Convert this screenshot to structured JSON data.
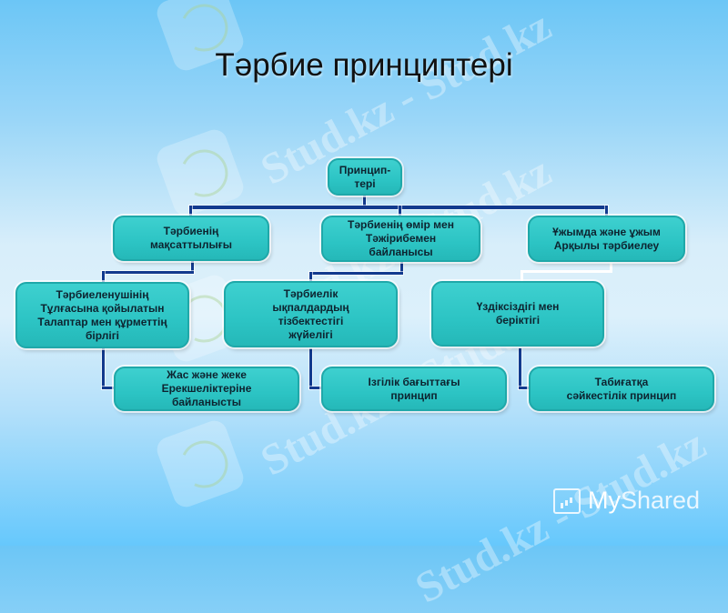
{
  "slide": {
    "title": "Тәрбие принциптері",
    "background_colors": {
      "top": "#6cc6f6",
      "middle": "#d8eefa",
      "bottom": "#66c8fc"
    },
    "node_color": "#2cc4c4",
    "connector_color": "#123a8e"
  },
  "diagram": {
    "root": {
      "label": "Принцип-\nтері"
    },
    "level1": [
      {
        "label": "Тәрбиенің\nмақсаттылығы"
      },
      {
        "label": "Тәрбиенің өмір мен\nТәжірибемен\nбайланысы"
      },
      {
        "label": "Ұжымда және ұжым\nАрқылы тәрбиелеу"
      }
    ],
    "level2": [
      {
        "label": "Тәрбиеленушінің\nТұлғасына қойылатын\nТалаптар мен құрметтің\nбірлігі"
      },
      {
        "label": "Тәрбиелік\nықпалдардың\nтізбектестігі\nжүйелігі"
      },
      {
        "label": "Үздіксіздігі мен\nберіктігі"
      }
    ],
    "level3": [
      {
        "label": "Жас және жеке\nЕрекшеліктеріне\nбайланысты"
      },
      {
        "label": "Ізгілік бағыттағы\nпринцип"
      },
      {
        "label": "Табиғатқа\nсәйкестілік принцип"
      }
    ]
  },
  "watermarks": {
    "text": "Stud.kz - Stud.kz"
  },
  "branding": {
    "my": "My",
    "shared": "Shared"
  }
}
